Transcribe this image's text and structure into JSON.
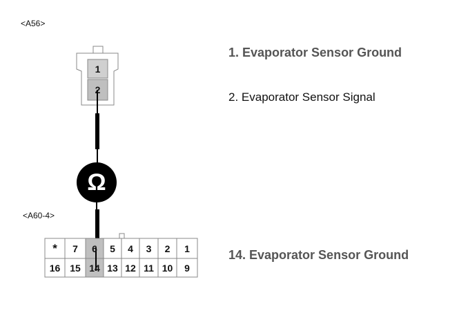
{
  "connector_a": {
    "label": "<A56>",
    "pins": [
      "1",
      "2"
    ]
  },
  "connector_b": {
    "label": "<A60-4>",
    "row_top": [
      "*",
      "7",
      "6",
      "5",
      "4",
      "3",
      "2",
      "1"
    ],
    "row_bottom": [
      "16",
      "15",
      "14",
      "13",
      "12",
      "11",
      "10",
      "9"
    ]
  },
  "component": {
    "symbol": "Ω",
    "icon": "ohm-sensor-icon"
  },
  "descriptions": {
    "d1": "1. Evaporator Sensor Ground",
    "d2": "2. Evaporator Sensor Signal",
    "d3": "14. Evaporator Sensor Ground"
  },
  "colors": {
    "highlight": "#bfbfbf",
    "wire": "#000000"
  }
}
